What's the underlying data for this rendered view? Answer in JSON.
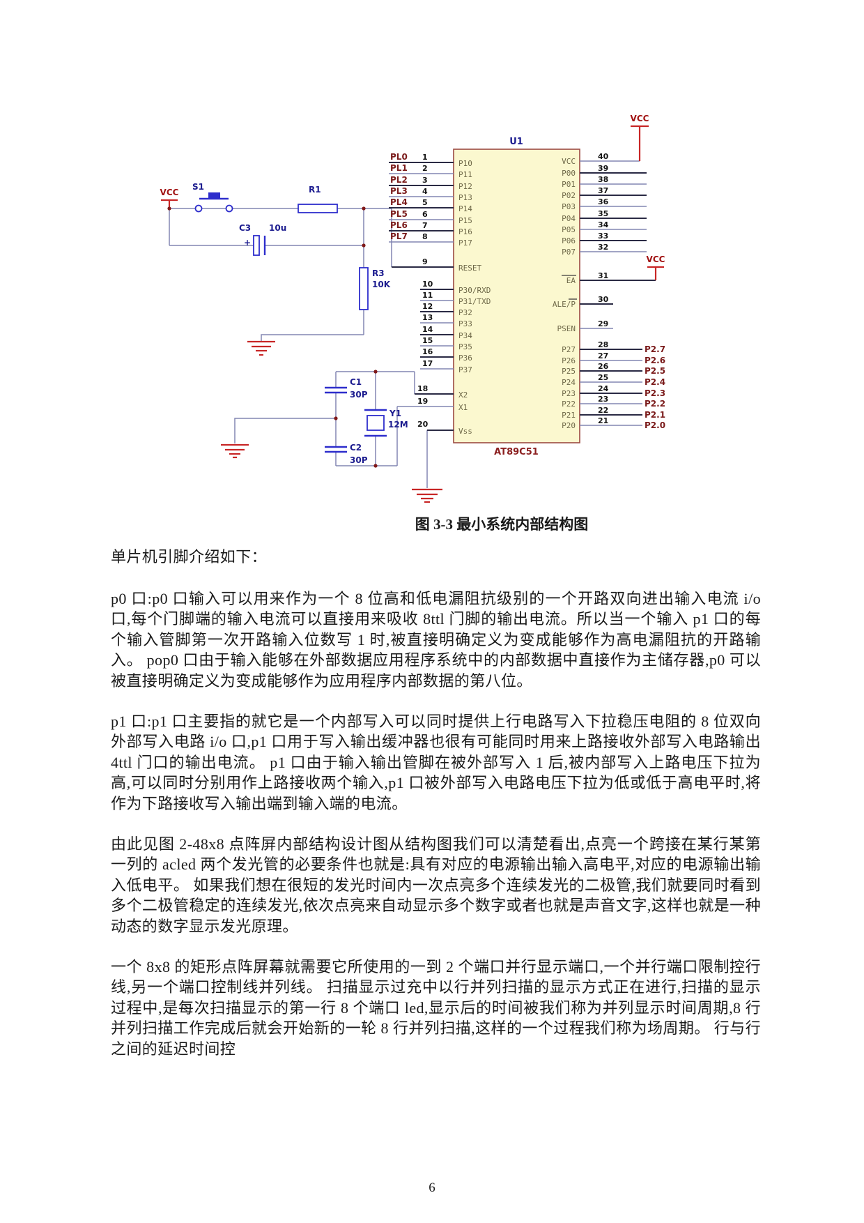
{
  "page": {
    "number": "6"
  },
  "figure": {
    "caption": "图 3-3 最小系统内部结构图",
    "chip": {
      "ref": "U1",
      "part": "AT89C51"
    },
    "pins_left8": [
      {
        "label": "PL0",
        "num": "1",
        "name": "P10"
      },
      {
        "label": "PL1",
        "num": "2",
        "name": "P11"
      },
      {
        "label": "PL2",
        "num": "3",
        "name": "P12"
      },
      {
        "label": "PL3",
        "num": "4",
        "name": "P13"
      },
      {
        "label": "PL4",
        "num": "5",
        "name": "P14"
      },
      {
        "label": "PL5",
        "num": "6",
        "name": "P15"
      },
      {
        "label": "PL6",
        "num": "7",
        "name": "P16"
      },
      {
        "label": "PL7",
        "num": "8",
        "name": "P17"
      }
    ],
    "pin_reset": {
      "num": "9",
      "name": "RESET"
    },
    "pins_p3": [
      {
        "num": "10",
        "name": "P30/RXD"
      },
      {
        "num": "11",
        "name": "P31/TXD"
      },
      {
        "num": "12",
        "name": "P32"
      },
      {
        "num": "13",
        "name": "P33"
      },
      {
        "num": "14",
        "name": "P34"
      },
      {
        "num": "15",
        "name": "P35"
      },
      {
        "num": "16",
        "name": "P36"
      },
      {
        "num": "17",
        "name": "P37"
      }
    ],
    "pins_xtal": [
      {
        "num": "18",
        "name": "X2"
      },
      {
        "num": "19",
        "name": "X1"
      },
      {
        "num": "20",
        "name": "Vss"
      }
    ],
    "pins_right": [
      {
        "num": "40",
        "name": "VCC"
      },
      {
        "num": "39",
        "name": "P00"
      },
      {
        "num": "38",
        "name": "P01"
      },
      {
        "num": "37",
        "name": "P02"
      },
      {
        "num": "36",
        "name": "P03"
      },
      {
        "num": "35",
        "name": "P04"
      },
      {
        "num": "34",
        "name": "P05"
      },
      {
        "num": "33",
        "name": "P06"
      },
      {
        "num": "32",
        "name": "P07"
      },
      {
        "num": "31",
        "name": "EA"
      },
      {
        "num": "30",
        "name": "ALE/P"
      },
      {
        "num": "29",
        "name": "PSEN"
      },
      {
        "num": "28",
        "name": "P27",
        "ext": "P2.7"
      },
      {
        "num": "27",
        "name": "P26",
        "ext": "P2.6"
      },
      {
        "num": "26",
        "name": "P25",
        "ext": "P2.5"
      },
      {
        "num": "25",
        "name": "P24",
        "ext": "P2.4"
      },
      {
        "num": "24",
        "name": "P23",
        "ext": "P2.3"
      },
      {
        "num": "23",
        "name": "P22",
        "ext": "P2.2"
      },
      {
        "num": "22",
        "name": "P21",
        "ext": "P2.1"
      },
      {
        "num": "21",
        "name": "P20",
        "ext": "P2.0"
      }
    ],
    "components": {
      "power_label": "VCC",
      "switch": "S1",
      "r1": "R1",
      "c3_ref": "C3",
      "c3_val": "10u",
      "r3_ref": "R3",
      "r3_val": "10K",
      "c1_ref": "C1",
      "c1_val": "30P",
      "c2_ref": "C2",
      "c2_val": "30P",
      "y1_ref": "Y1",
      "y1_val": "12M"
    }
  },
  "content": {
    "heading": "单片机引脚介绍如下：",
    "paragraphs": [
      "p0 口:p0 口输入可以用来作为一个 8 位高和低电漏阻抗级别的一个开路双向进出输入电流 i/o 口,每个门脚端的输入电流可以直接用来吸收 8ttl 门脚的输出电流。所以当一个输入 p1 口的每个输入管脚第一次开路输入位数写 1 时,被直接明确定义为变成能够作为高电漏阻抗的开路输入。 pop0 口由于输入能够在外部数据应用程序系统中的内部数据中直接作为主储存器,p0 可以被直接明确定义为变成能够作为应用程序内部数据的第八位。",
      "p1 口:p1 口主要指的就它是一个内部写入可以同时提供上行电路写入下拉稳压电阻的 8 位双向外部写入电路 i/o 口,p1 口用于写入输出缓冲器也很有可能同时用来上路接收外部写入电路输出 4ttl 门口的输出电流。 p1 口由于输入输出管脚在被外部写入 1 后,被内部写入上路电压下拉为高,可以同时分别用作上路接收两个输入,p1 口被外部写入电路电压下拉为低或低于高电平时,将作为下路接收写入输出端到输入端的电流。",
      "由此见图 2-48x8 点阵屏内部结构设计图从结构图我们可以清楚看出,点亮一个跨接在某行某第一列的 acled 两个发光管的必要条件也就是:具有对应的电源输出输入高电平,对应的电源输出输入低电平。 如果我们想在很短的发光时间内一次点亮多个连续发光的二极管,我们就要同时看到多个二极管稳定的连续发光,依次点亮来自动显示多个数字或者也就是声音文字,这样也就是一种动态的数字显示发光原理。",
      "一个 8x8 的矩形点阵屏幕就需要它所使用的一到 2 个端口并行显示端口,一个并行端口限制控行线,另一个端口控制线并列线。 扫描显示过充中以行并列扫描的显示方式正在进行,扫描的显示过程中,是每次扫描显示的第一行 8 个端口 led,显示后的时间被我们称为并列显示时间周期,8 行并列扫描工作完成后就会开始新的一轮 8 行并列扫描,这样的一个过程我们称为场周期。 行与行之间的延迟时间控"
    ]
  }
}
